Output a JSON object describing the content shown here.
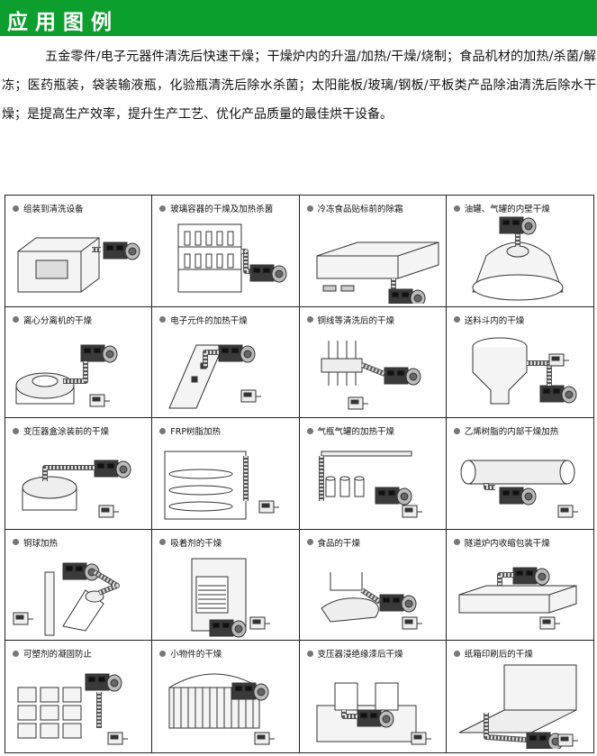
{
  "header": {
    "title": "应用图例",
    "bg_color": "#0c9f2e"
  },
  "intro": {
    "text": "五金零件/电子元器件清洗后快速干燥；干燥炉内的升温/加热/干燥/烧制；食品机材的加热/杀菌/解冻；医药瓶装，袋装输液瓶，化验瓶清洗后除水杀菌；太阳能板/玻璃/钢板/平板类产品除油清洗后除水干燥；是提高生产效率，提升生产工艺、优化产品质量的最佳烘干设备。"
  },
  "examples": [
    {
      "label": "组装到清洗设备",
      "icon": "cleaning-machine-illustration"
    },
    {
      "label": "玻璃容器的干燥及加热杀菌",
      "icon": "glass-container-illustration"
    },
    {
      "label": "冷冻食品贴标前的除霜",
      "icon": "conveyor-defrost-illustration"
    },
    {
      "label": "油罐、气罐的内壁干燥",
      "icon": "tank-interior-illustration"
    },
    {
      "label": "离心分离机的干燥",
      "icon": "centrifuge-illustration"
    },
    {
      "label": "电子元件的加热干燥",
      "icon": "electronic-parts-illustration"
    },
    {
      "label": "铜线等清洗后的干燥",
      "icon": "copper-wire-illustration"
    },
    {
      "label": "送料斗内的干燥",
      "icon": "hopper-illustration"
    },
    {
      "label": "变压器盒涂装前的干燥",
      "icon": "transformer-box-illustration"
    },
    {
      "label": "FRP树脂加热",
      "icon": "frp-resin-illustration"
    },
    {
      "label": "气瓶气罐的加热干燥",
      "icon": "gas-cylinder-illustration"
    },
    {
      "label": "乙烯树脂的内部干燥加热",
      "icon": "vinyl-resin-illustration"
    },
    {
      "label": "铜球加热",
      "icon": "copper-ball-illustration"
    },
    {
      "label": "吸着剂的干燥",
      "icon": "adsorbent-illustration"
    },
    {
      "label": "食品的干燥",
      "icon": "food-drying-illustration"
    },
    {
      "label": "隧道炉内收缩包装干燥",
      "icon": "tunnel-oven-illustration"
    },
    {
      "label": "可塑剂的凝固防止",
      "icon": "plasticizer-illustration"
    },
    {
      "label": "小物件的干燥",
      "icon": "small-parts-illustration"
    },
    {
      "label": "变压器浸绝缘漆后干燥",
      "icon": "transformer-varnish-illustration"
    },
    {
      "label": "纸箱印刷后的干燥",
      "icon": "carton-print-illustration"
    }
  ]
}
